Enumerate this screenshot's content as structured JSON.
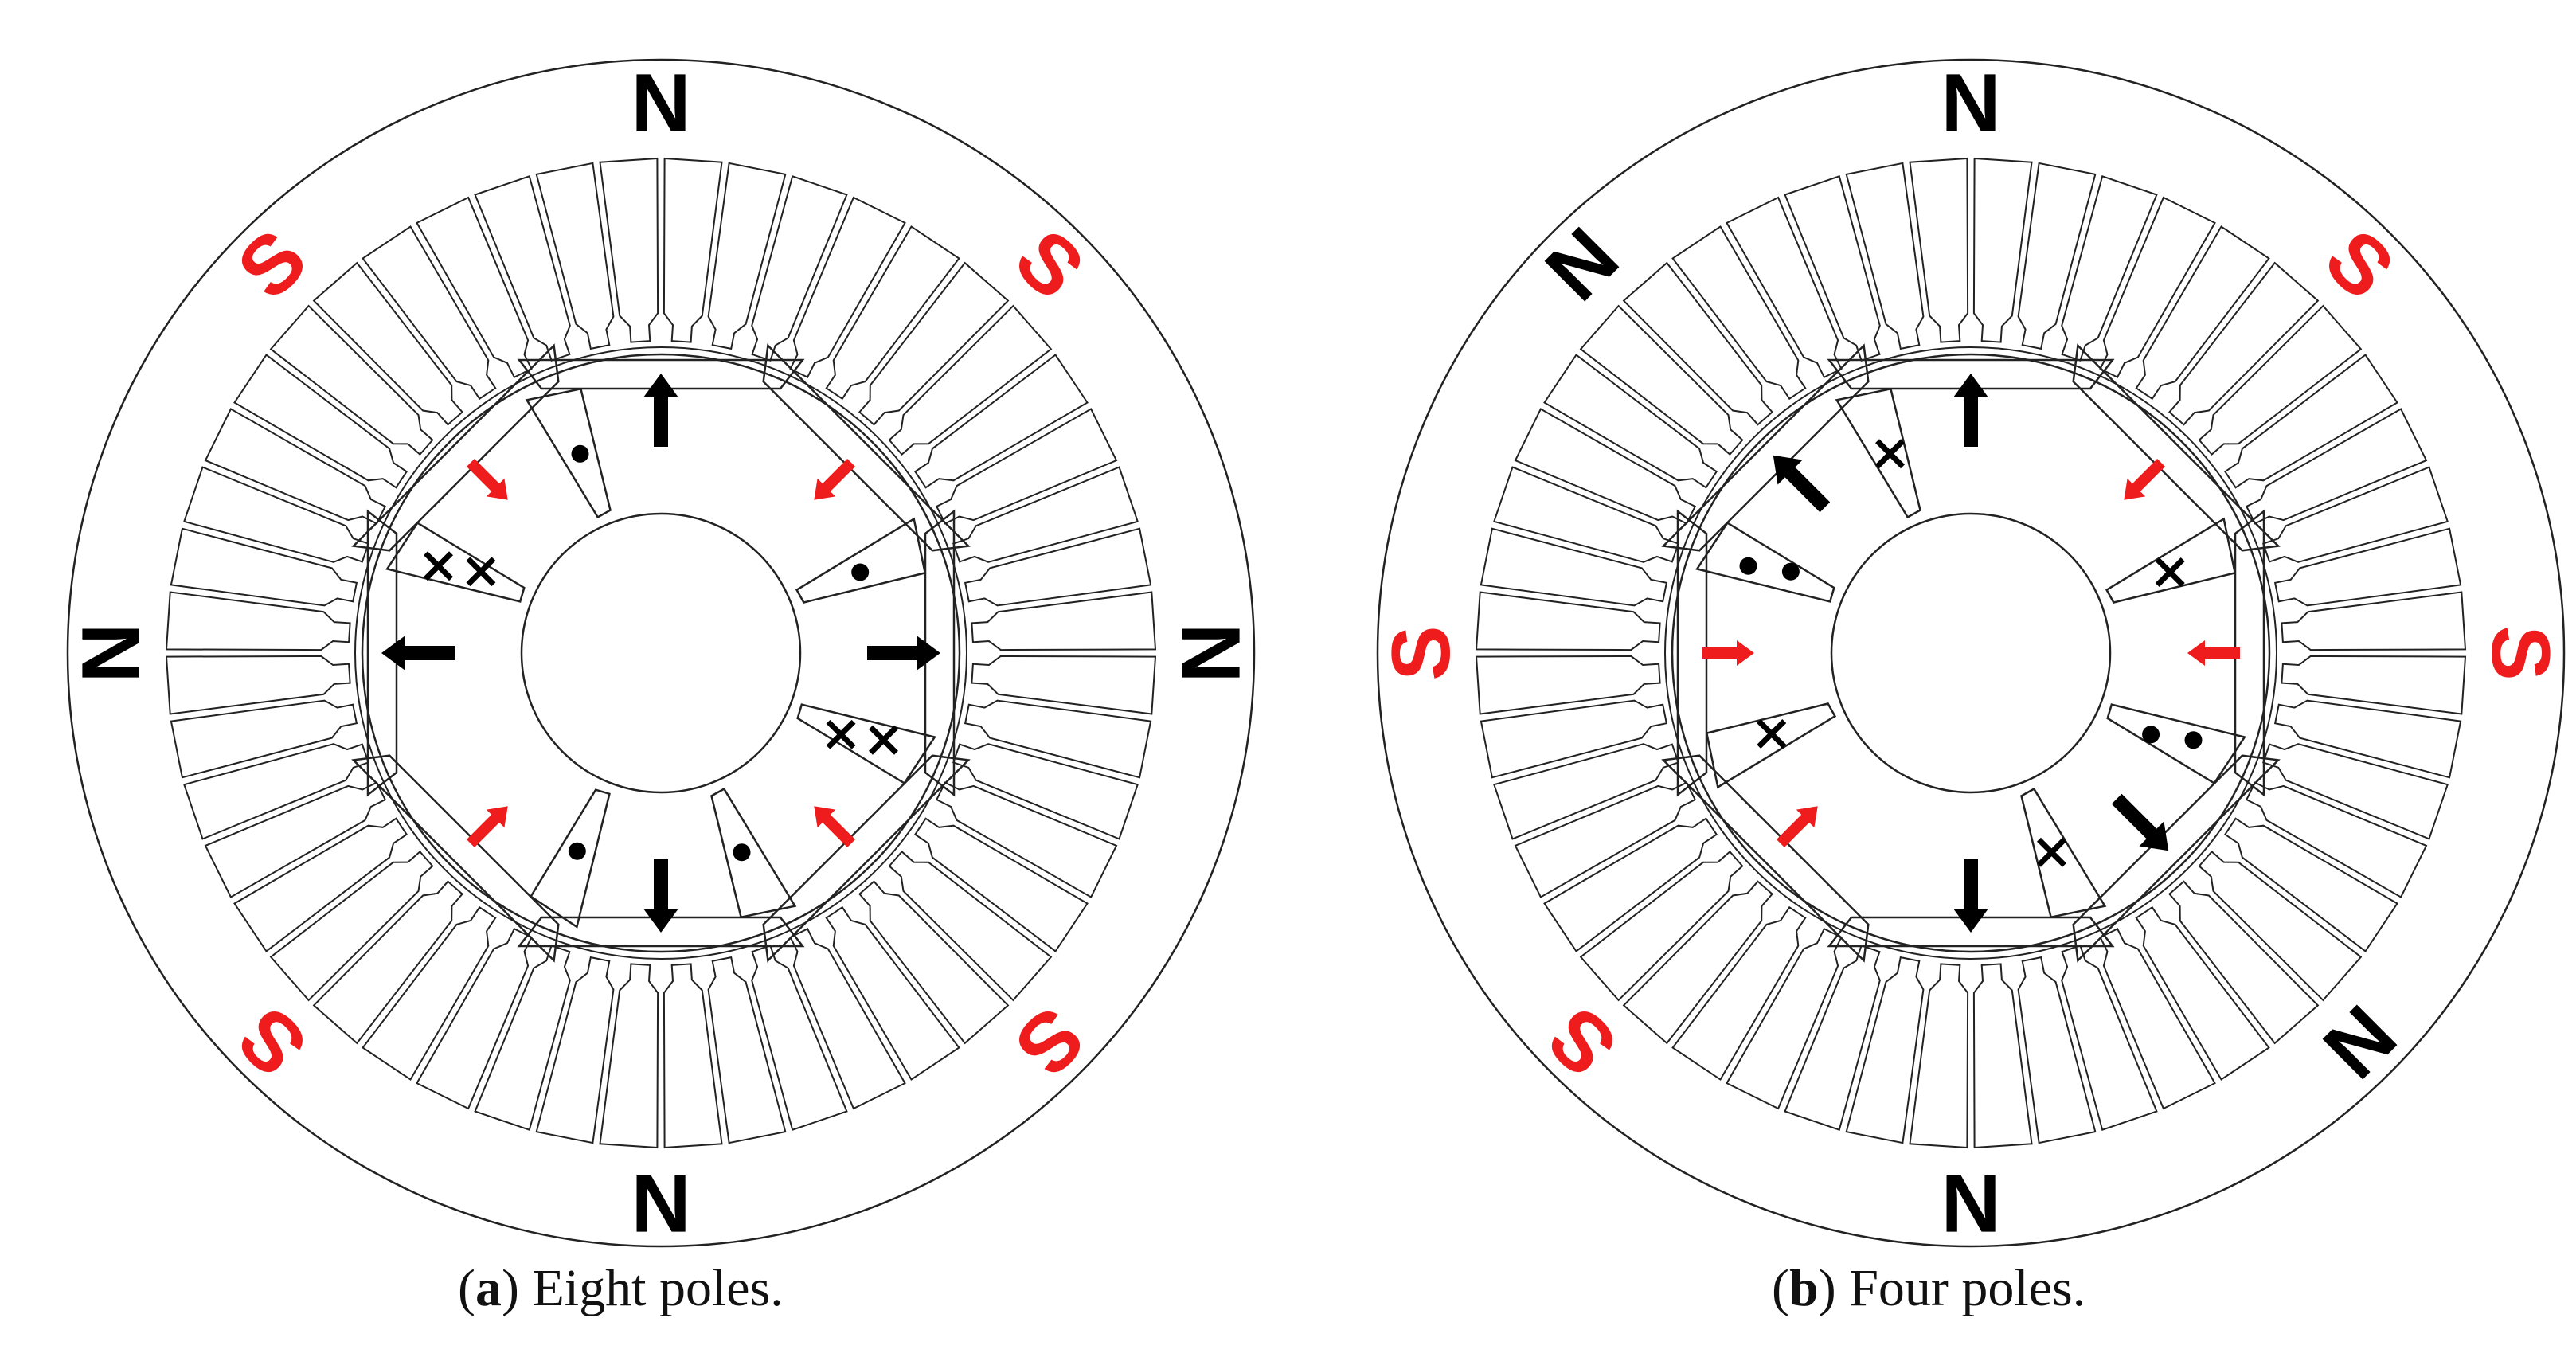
{
  "colors": {
    "north": "#000000",
    "south": "#ee1c1c",
    "stroke": "#222222",
    "background": "#ffffff"
  },
  "stator": {
    "slots": 48
  },
  "panels": [
    {
      "id": "a",
      "caption_letter": "a",
      "caption_text": " Eight poles.",
      "pole_labels": [
        {
          "text": "N",
          "angle": 0,
          "color": "north"
        },
        {
          "text": "S",
          "angle": 45,
          "color": "south"
        },
        {
          "text": "N",
          "angle": 90,
          "color": "north"
        },
        {
          "text": "S",
          "angle": 135,
          "color": "south"
        },
        {
          "text": "N",
          "angle": 180,
          "color": "north"
        },
        {
          "text": "S",
          "angle": 225,
          "color": "south"
        },
        {
          "text": "N",
          "angle": 270,
          "color": "north"
        },
        {
          "text": "S",
          "angle": 315,
          "color": "south"
        }
      ],
      "magnets": [
        {
          "angle": 0,
          "arrow": "out",
          "color": "north"
        },
        {
          "angle": 45,
          "arrow": "in",
          "color": "south"
        },
        {
          "angle": 90,
          "arrow": "out",
          "color": "north"
        },
        {
          "angle": 135,
          "arrow": "in",
          "color": "south"
        },
        {
          "angle": 180,
          "arrow": "out",
          "color": "north"
        },
        {
          "angle": 225,
          "arrow": "in",
          "color": "south"
        },
        {
          "angle": 270,
          "arrow": "out",
          "color": "north"
        },
        {
          "angle": 315,
          "arrow": "in",
          "color": "south"
        }
      ],
      "barriers": [
        {
          "angle": 337.5,
          "marks": [
            "dot"
          ]
        },
        {
          "angle": 67.5,
          "marks": [
            "dot"
          ]
        },
        {
          "angle": 112.5,
          "marks": [
            "cross",
            "cross"
          ]
        },
        {
          "angle": 157.5,
          "marks": [
            "dot"
          ]
        },
        {
          "angle": 202.5,
          "marks": [
            "dot"
          ]
        },
        {
          "angle": 292.5,
          "marks": [
            "cross",
            "cross"
          ]
        }
      ]
    },
    {
      "id": "b",
      "caption_letter": "b",
      "caption_text": " Four poles.",
      "pole_labels": [
        {
          "text": "N",
          "angle": 0,
          "color": "north"
        },
        {
          "text": "S",
          "angle": 45,
          "color": "south"
        },
        {
          "text": "S",
          "angle": 90,
          "color": "south"
        },
        {
          "text": "N",
          "angle": 135,
          "color": "north"
        },
        {
          "text": "N",
          "angle": 180,
          "color": "north"
        },
        {
          "text": "S",
          "angle": 225,
          "color": "south"
        },
        {
          "text": "S",
          "angle": 270,
          "color": "south"
        },
        {
          "text": "N",
          "angle": 315,
          "color": "north"
        }
      ],
      "magnets": [
        {
          "angle": 0,
          "arrow": "out",
          "color": "north"
        },
        {
          "angle": 45,
          "arrow": "in",
          "color": "south"
        },
        {
          "angle": 90,
          "arrow": "in",
          "color": "south"
        },
        {
          "angle": 135,
          "arrow": "out",
          "color": "north"
        },
        {
          "angle": 180,
          "arrow": "out",
          "color": "north"
        },
        {
          "angle": 225,
          "arrow": "in",
          "color": "south"
        },
        {
          "angle": 270,
          "arrow": "in",
          "color": "south"
        },
        {
          "angle": 315,
          "arrow": "out",
          "color": "north"
        }
      ],
      "barriers": [
        {
          "angle": 337.5,
          "marks": [
            "cross"
          ]
        },
        {
          "angle": 67.5,
          "marks": [
            "cross"
          ]
        },
        {
          "angle": 112.5,
          "marks": [
            "dot",
            "dot"
          ]
        },
        {
          "angle": 157.5,
          "marks": [
            "cross"
          ]
        },
        {
          "angle": 247.5,
          "marks": [
            "cross"
          ]
        },
        {
          "angle": 292.5,
          "marks": [
            "dot",
            "dot"
          ]
        }
      ]
    }
  ]
}
